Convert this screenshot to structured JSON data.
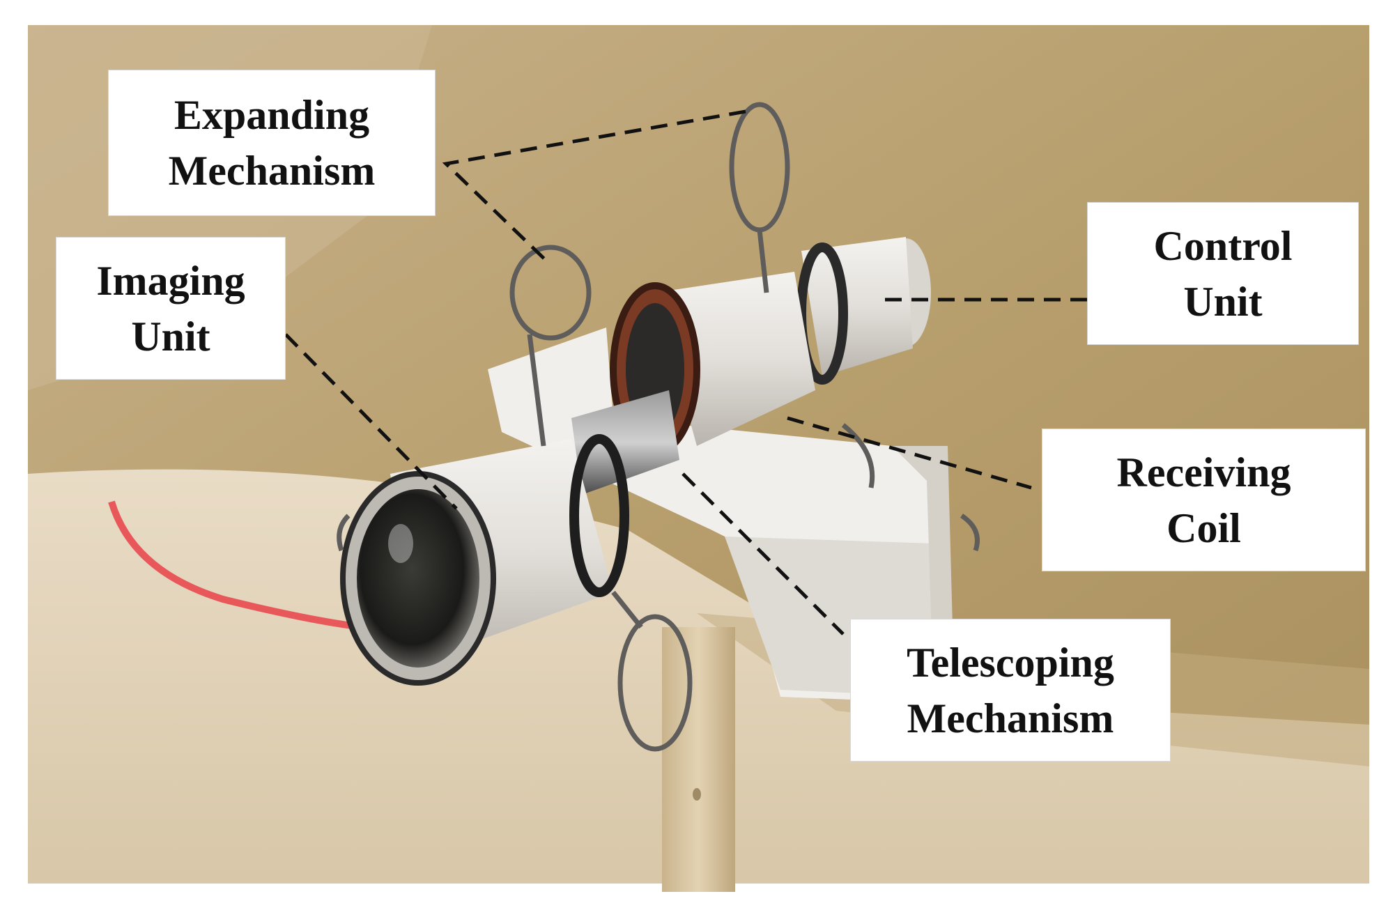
{
  "figure": {
    "labels": {
      "expanding": [
        "Expanding",
        "Mechanism"
      ],
      "imaging": [
        "Imaging",
        "Unit"
      ],
      "control": [
        "Control",
        "Unit"
      ],
      "receiving": [
        "Receiving",
        "Coil"
      ],
      "telescoping": [
        "Telescoping",
        "Mechanism"
      ]
    },
    "colors": {
      "wall": "#b89f6e",
      "ceiling": "#c8b28a",
      "capsule_white": "#e8e6e3",
      "coil_copper": "#8a3b22",
      "metal": "#6f6f70",
      "stand": "#d9c6a2",
      "wire": "#e8585a"
    }
  }
}
